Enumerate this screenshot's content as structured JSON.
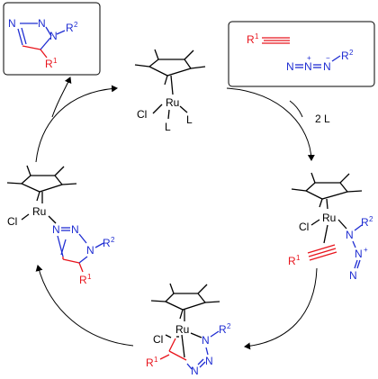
{
  "colors": {
    "black": "#000000",
    "red": "#e8141c",
    "blue": "#1f2dd2"
  },
  "product_box": {
    "n_top_left": "N",
    "n_top_right": "N",
    "n_ring": "N",
    "r2": "R",
    "r2_sup": "2",
    "r1": "R",
    "r1_sup": "1"
  },
  "reagent_box": {
    "alkyne_r": "R",
    "alkyne_sup": "1",
    "azide_n1": "N",
    "azide_n2": "N",
    "azide_n3": "N",
    "azide_plus": "+",
    "azide_minus": "−",
    "azide_r": "R",
    "azide_sup": "2"
  },
  "top_complex": {
    "ru": "Ru",
    "cl": "Cl",
    "l1": "L",
    "l2": "L"
  },
  "loss_label": "2 L",
  "right_complex": {
    "ru": "Ru",
    "cl": "Cl",
    "n": "N",
    "r2": "R",
    "r2_sup": "2",
    "n_mid": "N",
    "n_end": "N",
    "plus": "+",
    "r1": "R",
    "r1_sup": "1"
  },
  "bottom_complex": {
    "ru": "Ru",
    "cl": "Cl",
    "n": "N",
    "r2": "R",
    "r2_sup": "2",
    "n2": "N",
    "n3": "N",
    "r1": "R",
    "r1_sup": "1"
  },
  "left_complex": {
    "ru": "Ru",
    "cl": "Cl",
    "n_a": "N",
    "n_b": "N",
    "n_c": "N",
    "r2": "R",
    "r2_sup": "2",
    "r1": "R",
    "r1_sup": "1"
  }
}
